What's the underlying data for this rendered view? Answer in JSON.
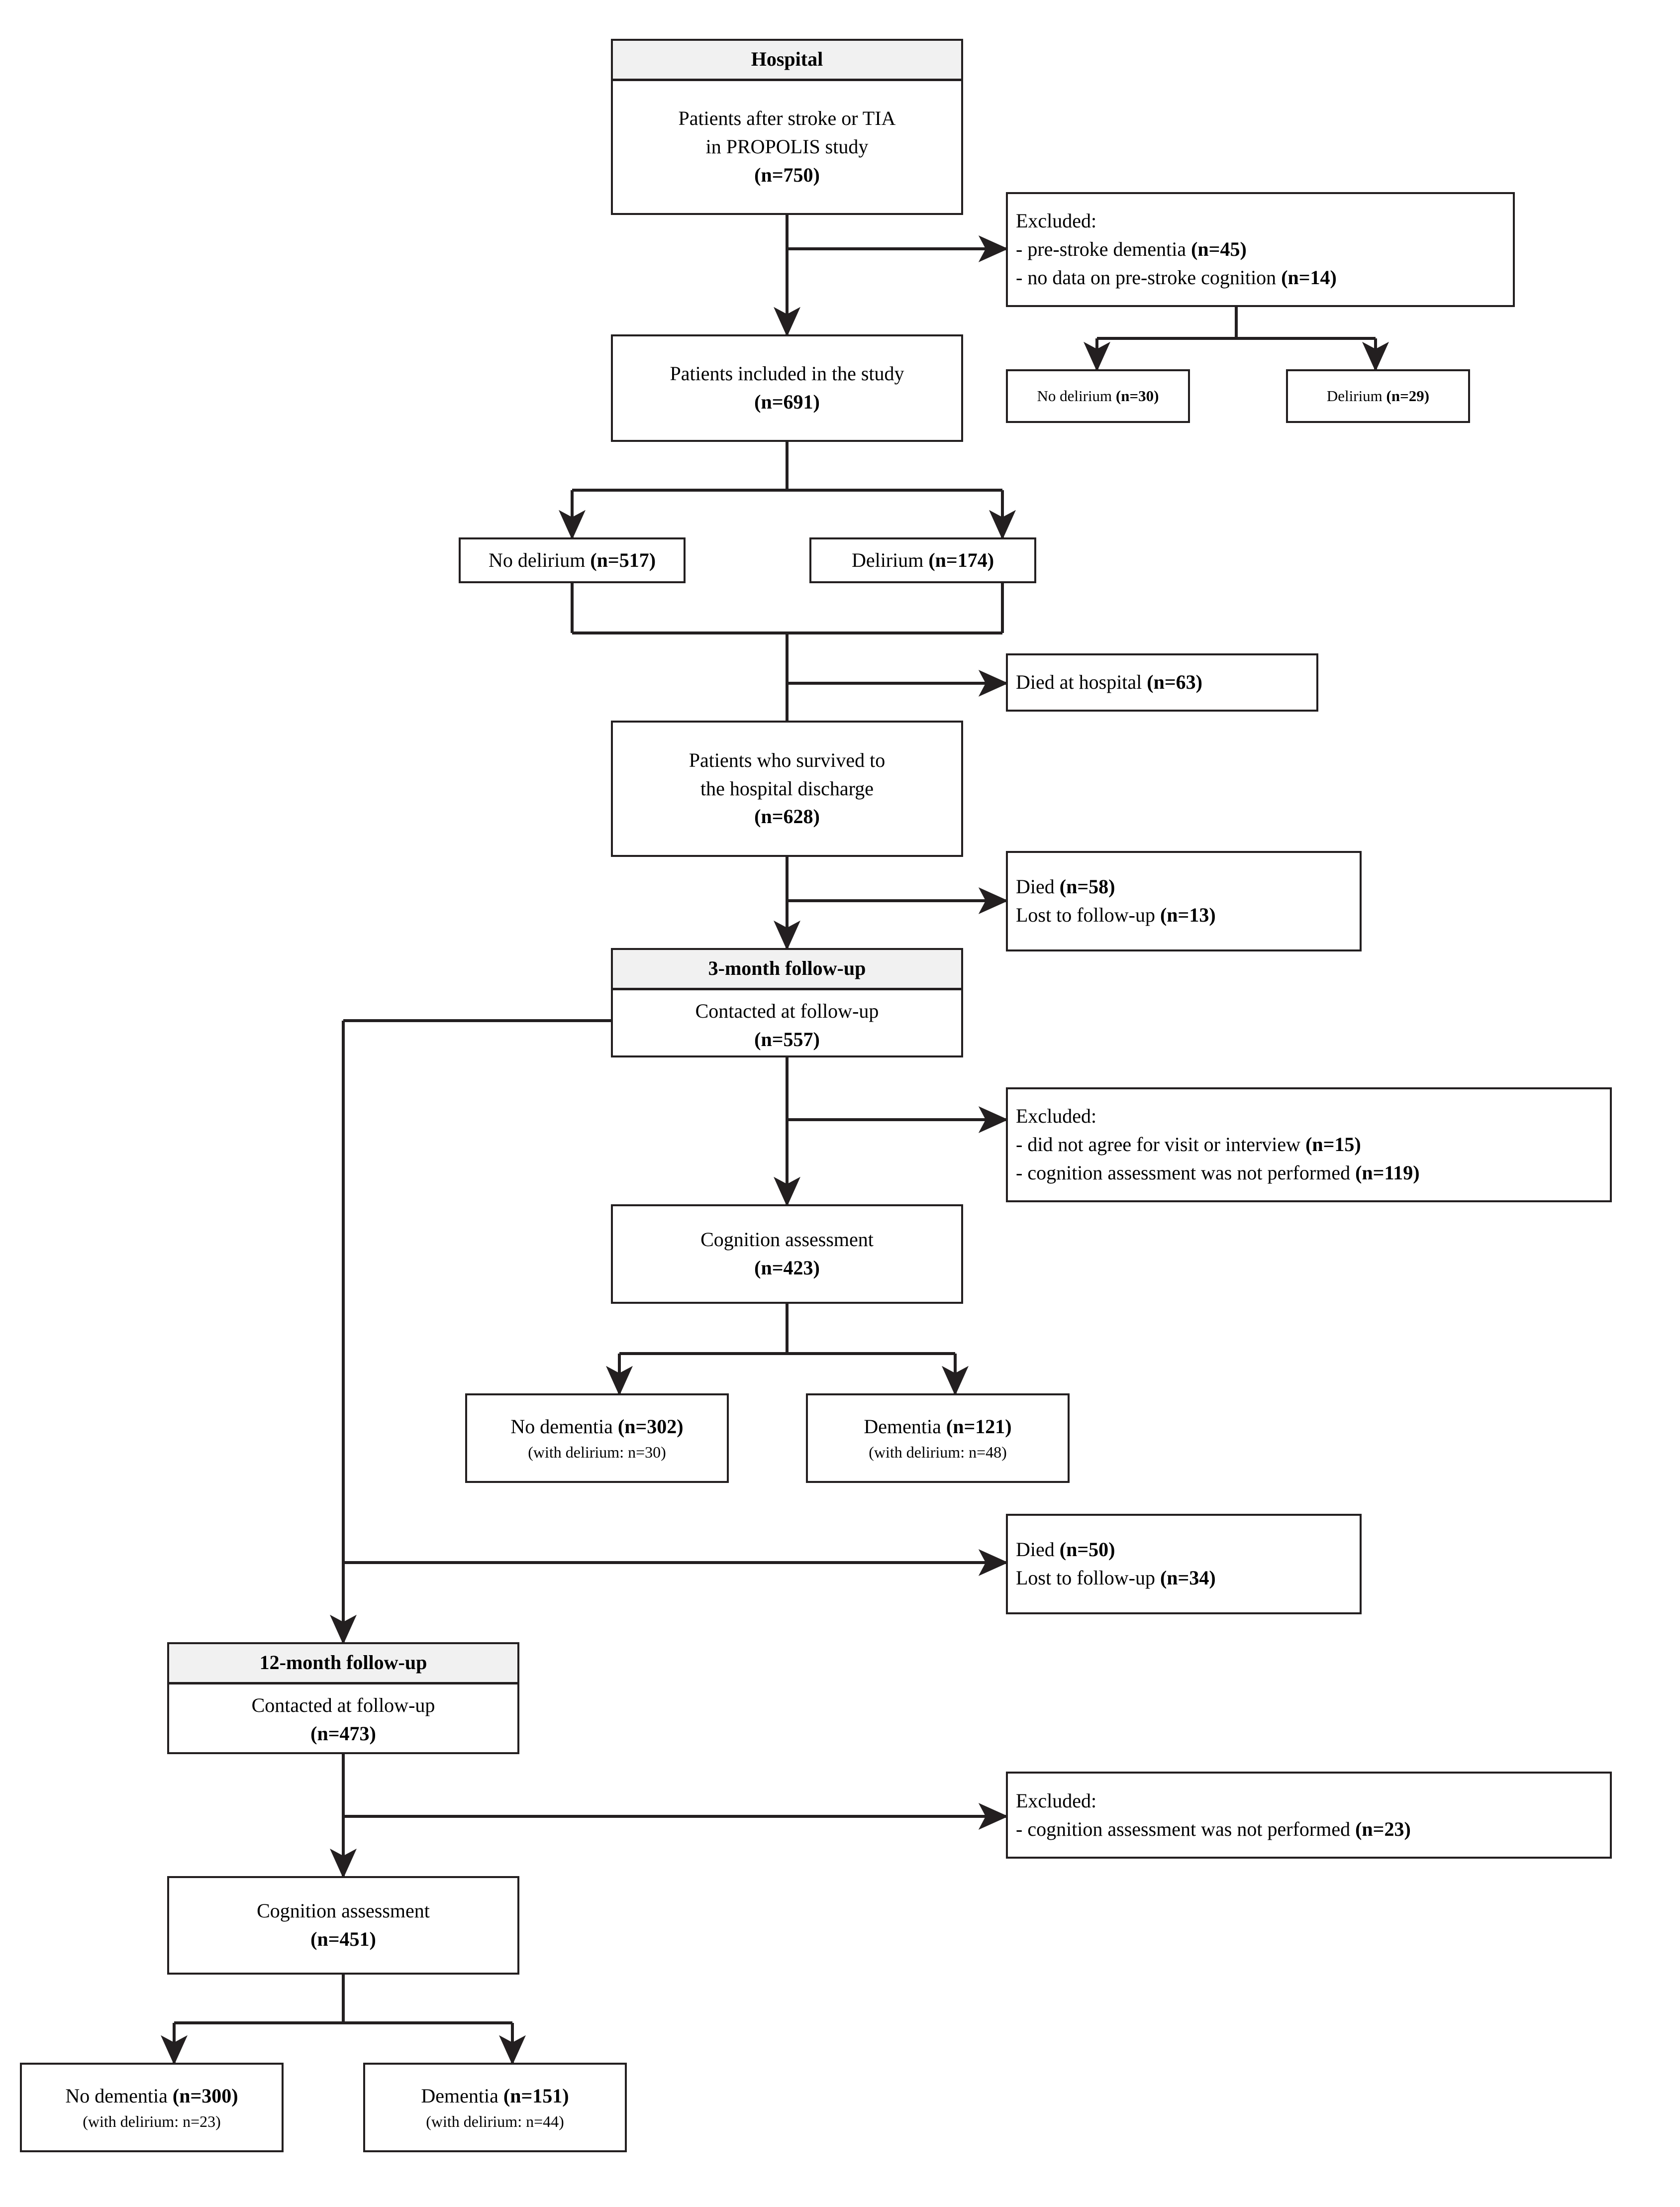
{
  "figure": {
    "type": "flowchart",
    "title": "PROPOLIS study patient flow diagram",
    "colors": {
      "stroke": "#231f20",
      "header_fill": "#f1f1f1",
      "background": "#ffffff"
    }
  },
  "nodes": {
    "hospital": {
      "header": "Hospital",
      "line1": "Patients after stroke or TIA",
      "line2": "in PROPOLIS study",
      "n": "(n=750)"
    },
    "excluded_1": {
      "line1": "Excluded:",
      "line2": "- pre-stroke dementia ",
      "line2_n": "(n=45)",
      "line3": "- no data on pre-stroke cognition ",
      "line3_n": "(n=14)"
    },
    "excluded_1_no_delirium": {
      "label": "No delirium ",
      "n": "(n=30)"
    },
    "excluded_1_delirium": {
      "label": "Delirium ",
      "n": "(n=29)"
    },
    "included": {
      "line1": "Patients included in the study",
      "n": "(n=691)"
    },
    "no_delirium_517": {
      "label": "No delirium ",
      "n": "(n=517)"
    },
    "delirium_174": {
      "label": "Delirium ",
      "n": "(n=174)"
    },
    "died_hospital": {
      "label": "Died at hospital ",
      "n": "(n=63)"
    },
    "survived": {
      "line1": "Patients who survived to",
      "line2": "the hospital discharge",
      "n": "(n=628)"
    },
    "died_lost_3m": {
      "line1": "Died ",
      "line1_n": "(n=58)",
      "line2": "Lost to follow-up ",
      "line2_n": "(n=13)"
    },
    "followup_3m": {
      "header": "3-month follow-up",
      "line1": "Contacted at follow-up",
      "n": "(n=557)"
    },
    "excluded_3m": {
      "line1": "Excluded:",
      "line2": "- did not agree for visit or interview ",
      "line2_n": "(n=15)",
      "line3": "- cognition assessment was not performed ",
      "line3_n": "(n=119)"
    },
    "cognition_3m": {
      "line1": "Cognition assessment",
      "n": "(n=423)"
    },
    "no_dementia_302": {
      "label": "No dementia ",
      "n": "(n=302)",
      "sub": "(with delirium: n=30)"
    },
    "dementia_121": {
      "label": "Dementia ",
      "n": "(n=121)",
      "sub": "(with delirium: n=48)"
    },
    "died_lost_12m": {
      "line1": "Died ",
      "line1_n": "(n=50)",
      "line2": "Lost to follow-up ",
      "line2_n": "(n=34)"
    },
    "followup_12m": {
      "header": "12-month follow-up",
      "line1": "Contacted at follow-up",
      "n": "(n=473)"
    },
    "excluded_12m": {
      "line1": "Excluded:",
      "line2": "- cognition assessment was not performed ",
      "line2_n": "(n=23)"
    },
    "cognition_12m": {
      "line1": "Cognition assessment",
      "n": "(n=451)"
    },
    "no_dementia_300": {
      "label": "No dementia ",
      "n": "(n=300)",
      "sub": "(with delirium: n=23)"
    },
    "dementia_151": {
      "label": "Dementia ",
      "n": "(n=151)",
      "sub": "(with delirium: n=44)"
    }
  }
}
